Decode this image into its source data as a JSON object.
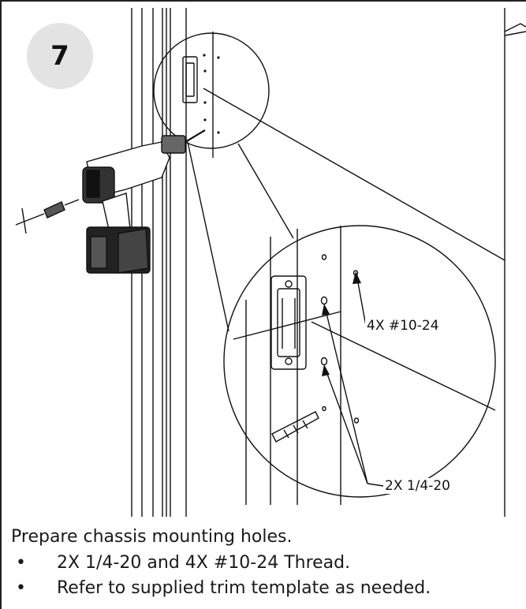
{
  "step": {
    "number": "7"
  },
  "callouts": {
    "small_holes": "4X #10-24",
    "large_holes": "2X 1/4-20"
  },
  "instructions": {
    "heading": "Prepare chassis mounting holes.",
    "bullets": [
      "2X 1/4-20 and 4X #10-24 Thread.",
      "Refer to supplied trim template as needed."
    ]
  }
}
